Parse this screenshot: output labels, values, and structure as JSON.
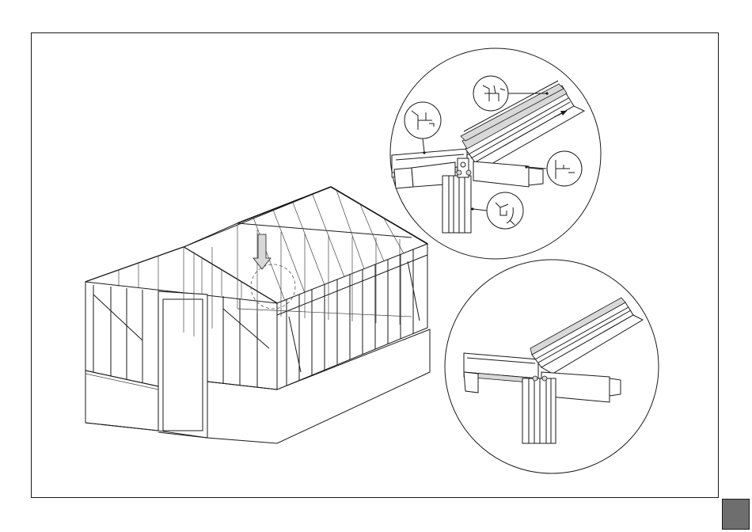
{
  "figure": {
    "main_view": "greenhouse-assembly",
    "detail_views": [
      "ridge-joint-exploded",
      "ridge-joint-assembled"
    ],
    "profile_callouts": [
      "ridge-bar-profile",
      "eave-bar-profile",
      "gable-bar-profile",
      "corner-bar-profile"
    ]
  },
  "colors": {
    "ink": "#1a1a1a",
    "page_tab": "#6e6e6e",
    "background": "#ffffff"
  }
}
